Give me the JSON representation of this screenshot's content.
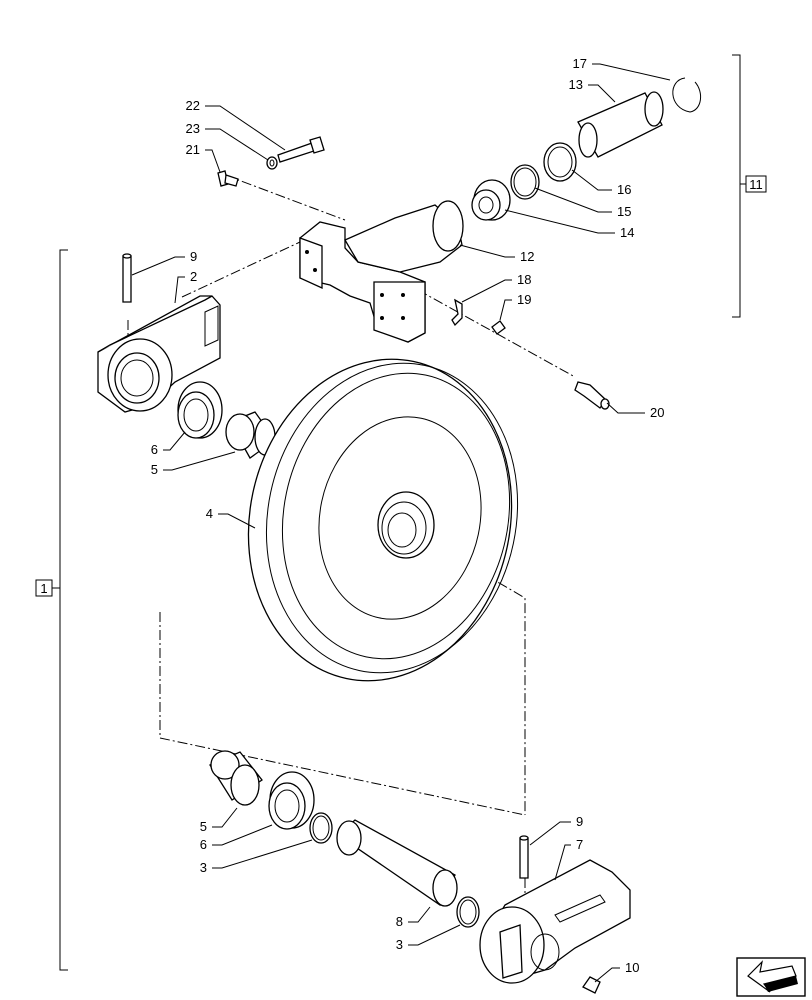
{
  "callouts": {
    "c1": "1",
    "c2": "2",
    "c3a": "3",
    "c3b": "3",
    "c4": "4",
    "c5a": "5",
    "c5b": "5",
    "c6a": "6",
    "c6b": "6",
    "c7": "7",
    "c8": "8",
    "c9a": "9",
    "c9b": "9",
    "c10": "10",
    "c11": "11",
    "c12": "12",
    "c13": "13",
    "c14": "14",
    "c15": "15",
    "c16": "16",
    "c17": "17",
    "c18": "18",
    "c19": "19",
    "c20": "20",
    "c21": "21",
    "c22": "22",
    "c23": "23"
  },
  "icons": {
    "nav": "arrow-nav-icon"
  }
}
